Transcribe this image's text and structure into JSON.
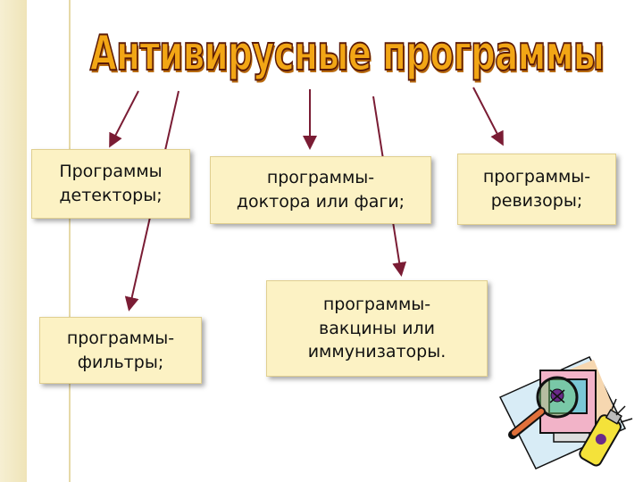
{
  "title": "Антивирусные программы",
  "boxes": {
    "detectors": {
      "line1": "Программы",
      "line2": "детекторы;"
    },
    "doctors": {
      "line1": "программы-",
      "line2": "доктора или фаги;"
    },
    "auditors": {
      "line1": "программы-",
      "line2": "ревизоры;"
    },
    "filters": {
      "line1": "программы-",
      "line2": "фильтры;"
    },
    "vaccines": {
      "line1": "программы-",
      "line2": "вакцины или",
      "line3": "иммунизаторы."
    }
  },
  "colors": {
    "arrow": "#7a1c34",
    "box_fill": "#fcf2c4",
    "title_fill": "#f2a615",
    "title_outline": "#5a1a08"
  },
  "clipart": {
    "icon": "computer-virus-magnifier-spray-icon"
  }
}
